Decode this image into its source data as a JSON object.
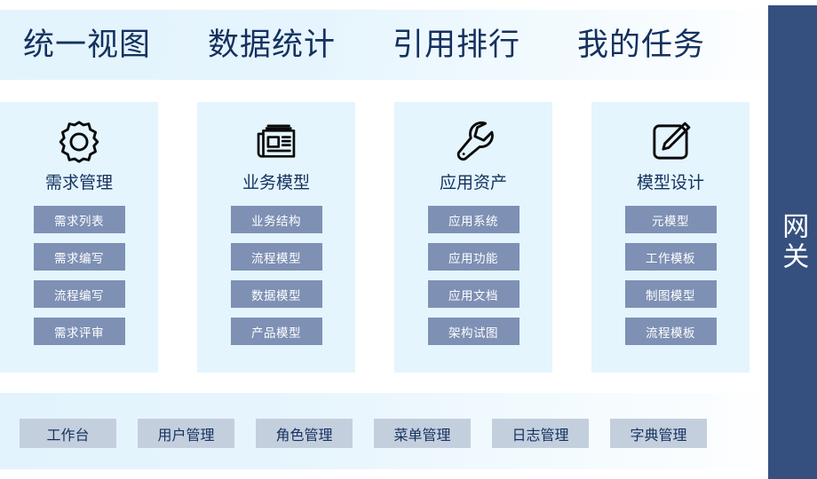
{
  "header": {
    "nav_items": [
      {
        "label": "统一视图"
      },
      {
        "label": "数据统计"
      },
      {
        "label": "引用排行"
      },
      {
        "label": "我的任务"
      }
    ]
  },
  "cards": [
    {
      "title": "需求管理",
      "icon": "gear-icon",
      "buttons": [
        {
          "label": "需求列表"
        },
        {
          "label": "需求编写"
        },
        {
          "label": "流程编写"
        },
        {
          "label": "需求评审"
        }
      ]
    },
    {
      "title": "业务模型",
      "icon": "newspaper-icon",
      "buttons": [
        {
          "label": "业务结构"
        },
        {
          "label": "流程模型"
        },
        {
          "label": "数据模型"
        },
        {
          "label": "产品模型"
        }
      ]
    },
    {
      "title": "应用资产",
      "icon": "wrench-icon",
      "buttons": [
        {
          "label": "应用系统"
        },
        {
          "label": "应用功能"
        },
        {
          "label": "应用文档"
        },
        {
          "label": "架构试图"
        }
      ]
    },
    {
      "title": "模型设计",
      "icon": "edit-pencil-square-icon",
      "buttons": [
        {
          "label": "元模型"
        },
        {
          "label": "工作模板"
        },
        {
          "label": "制图模型"
        },
        {
          "label": "流程模板"
        }
      ]
    }
  ],
  "bottom_bar": {
    "buttons": [
      {
        "label": "工作台"
      },
      {
        "label": "用户管理"
      },
      {
        "label": "角色管理"
      },
      {
        "label": "菜单管理"
      },
      {
        "label": "日志管理"
      },
      {
        "label": "字典管理"
      }
    ]
  },
  "gateway": {
    "label": "网关"
  },
  "colors": {
    "navy_text": "#14315F",
    "rail_navy": "#35507F",
    "card_bg": "#E4F5FD",
    "card_button": "#7E90B4",
    "bottom_button": "#C4CFDE",
    "band_tint": "#E3F4FD"
  }
}
